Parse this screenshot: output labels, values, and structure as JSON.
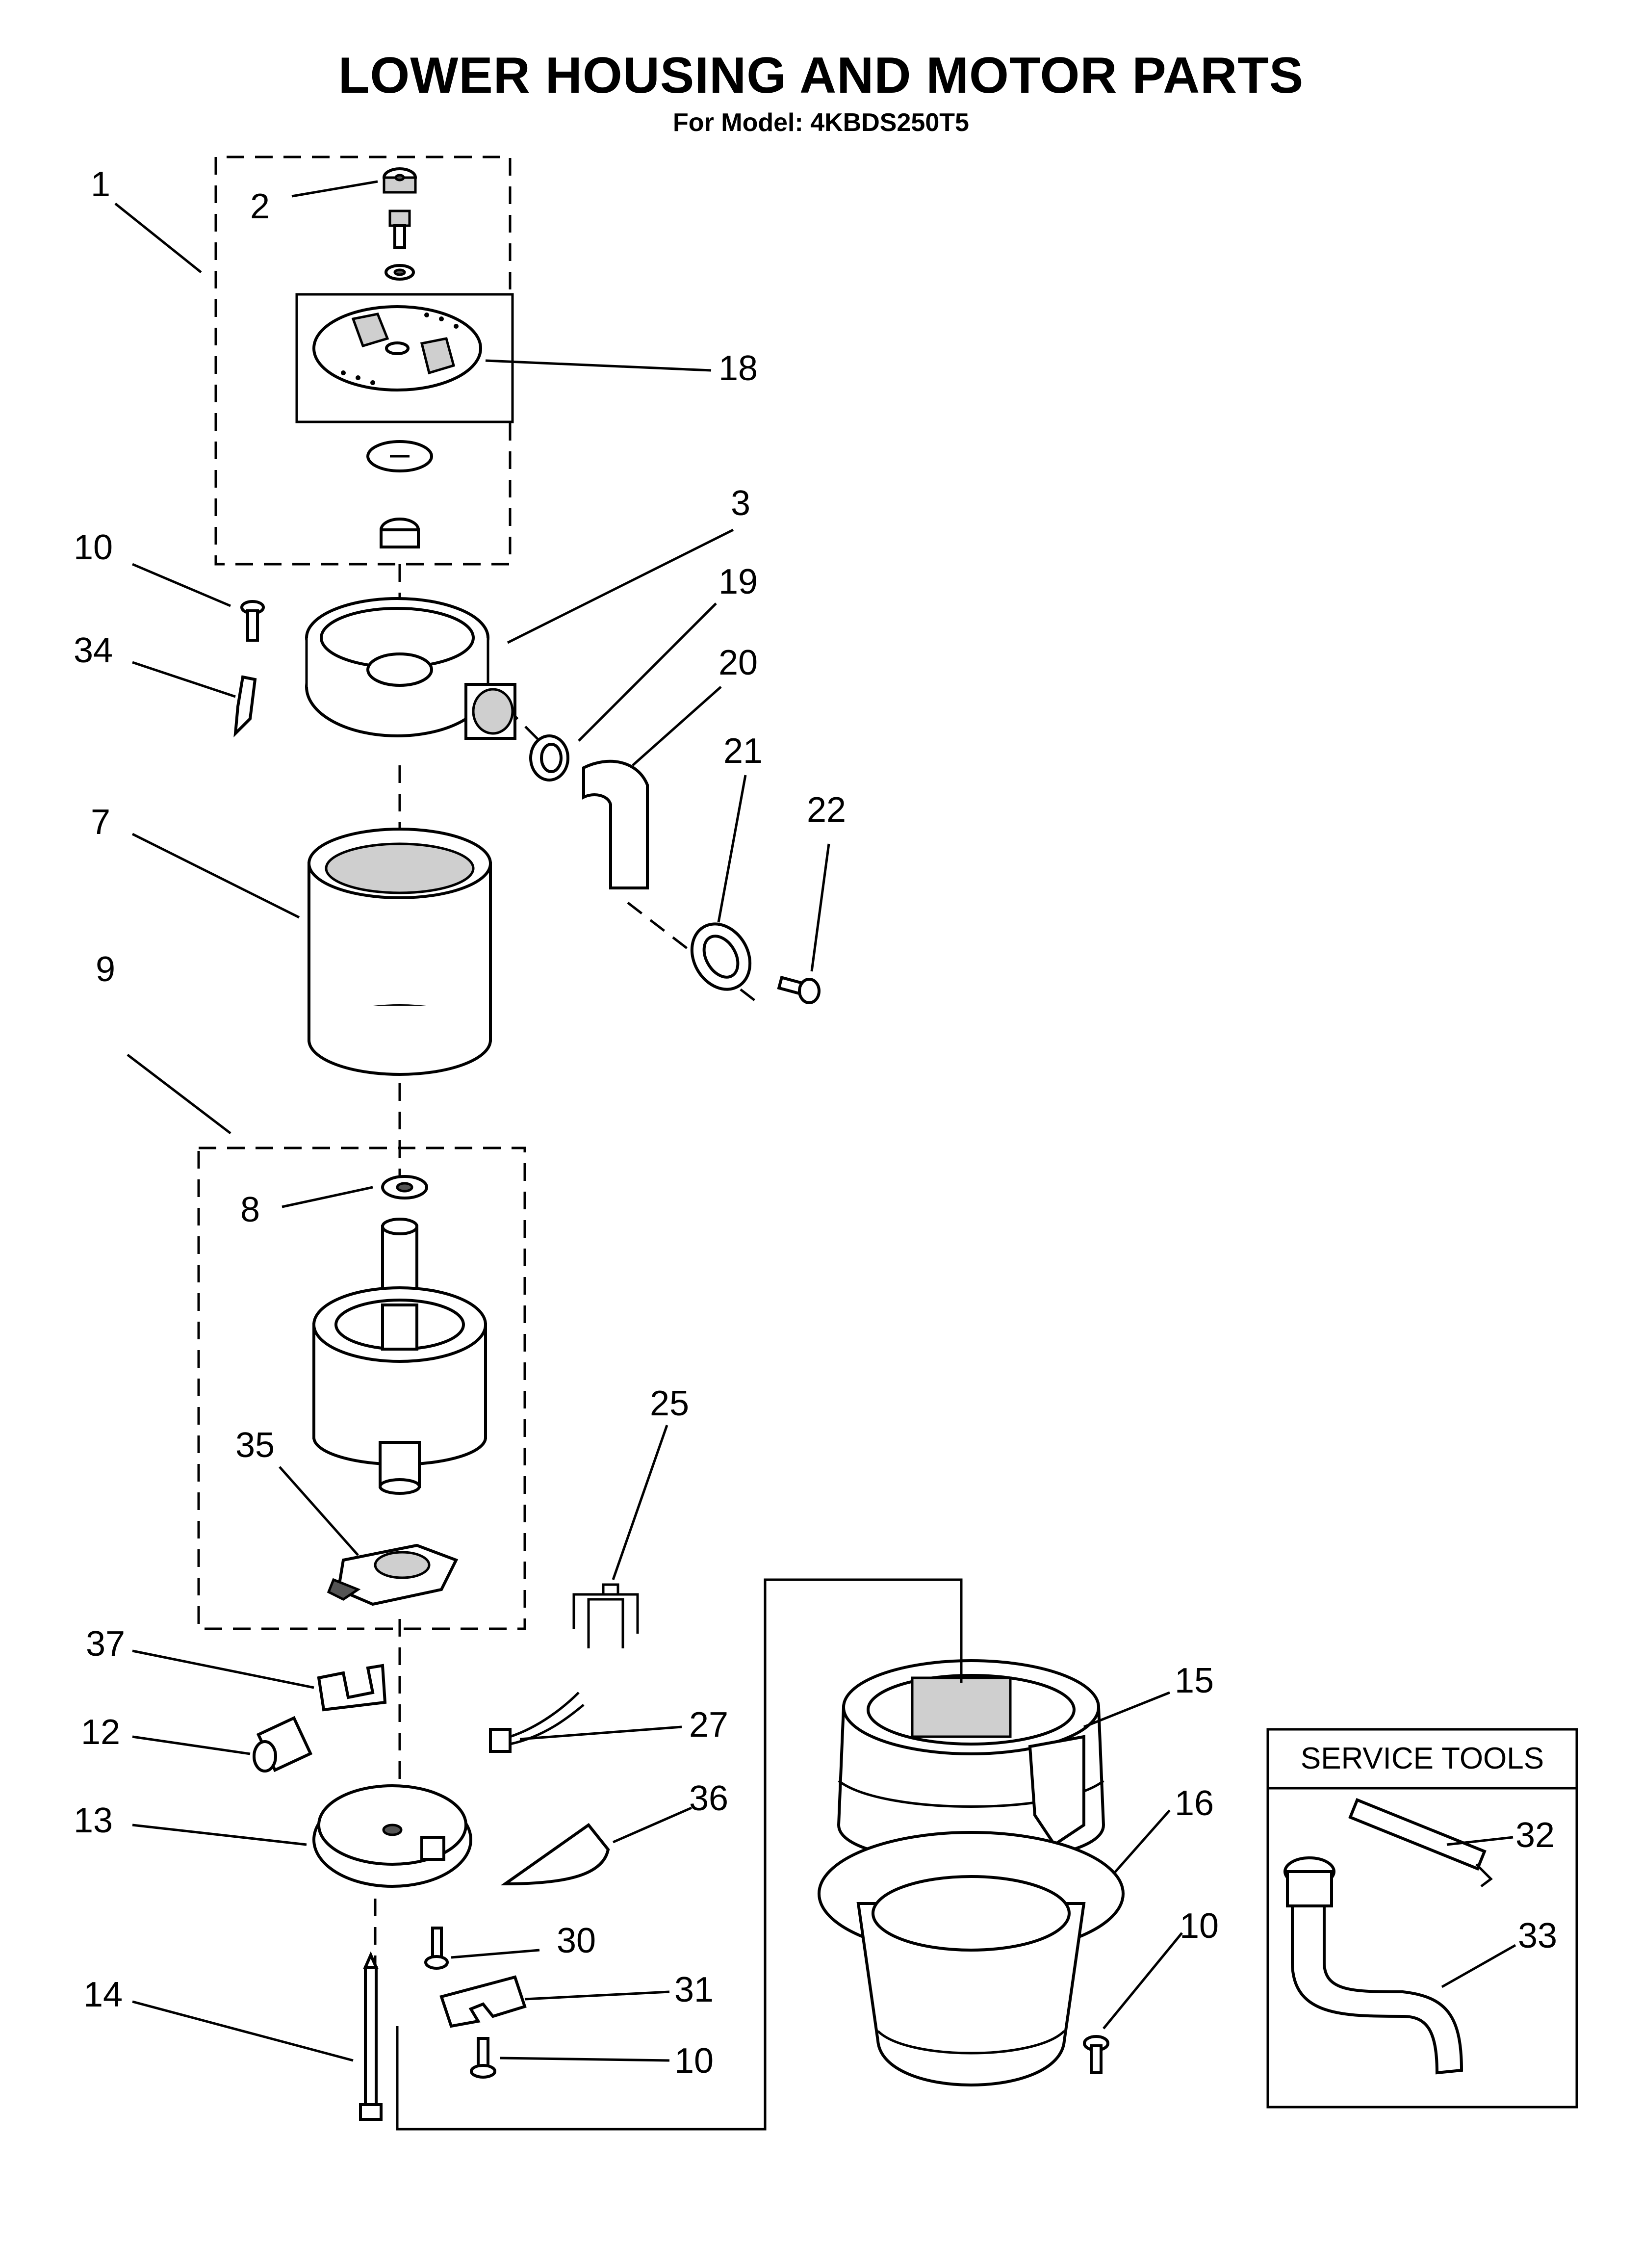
{
  "title": "LOWER HOUSING AND MOTOR PARTS",
  "subtitle": "For Model: 4KBDS250T5",
  "callouts": [
    "1",
    "2",
    "18",
    "3",
    "10",
    "19",
    "34",
    "20",
    "21",
    "22",
    "7",
    "9",
    "8",
    "35",
    "25",
    "37",
    "12",
    "27",
    "13",
    "36",
    "30",
    "31",
    "14",
    "10",
    "15",
    "16",
    "10",
    "32",
    "33"
  ],
  "service_tools": {
    "label": "SERVICE TOOLS",
    "items": [
      "32",
      "33"
    ]
  }
}
